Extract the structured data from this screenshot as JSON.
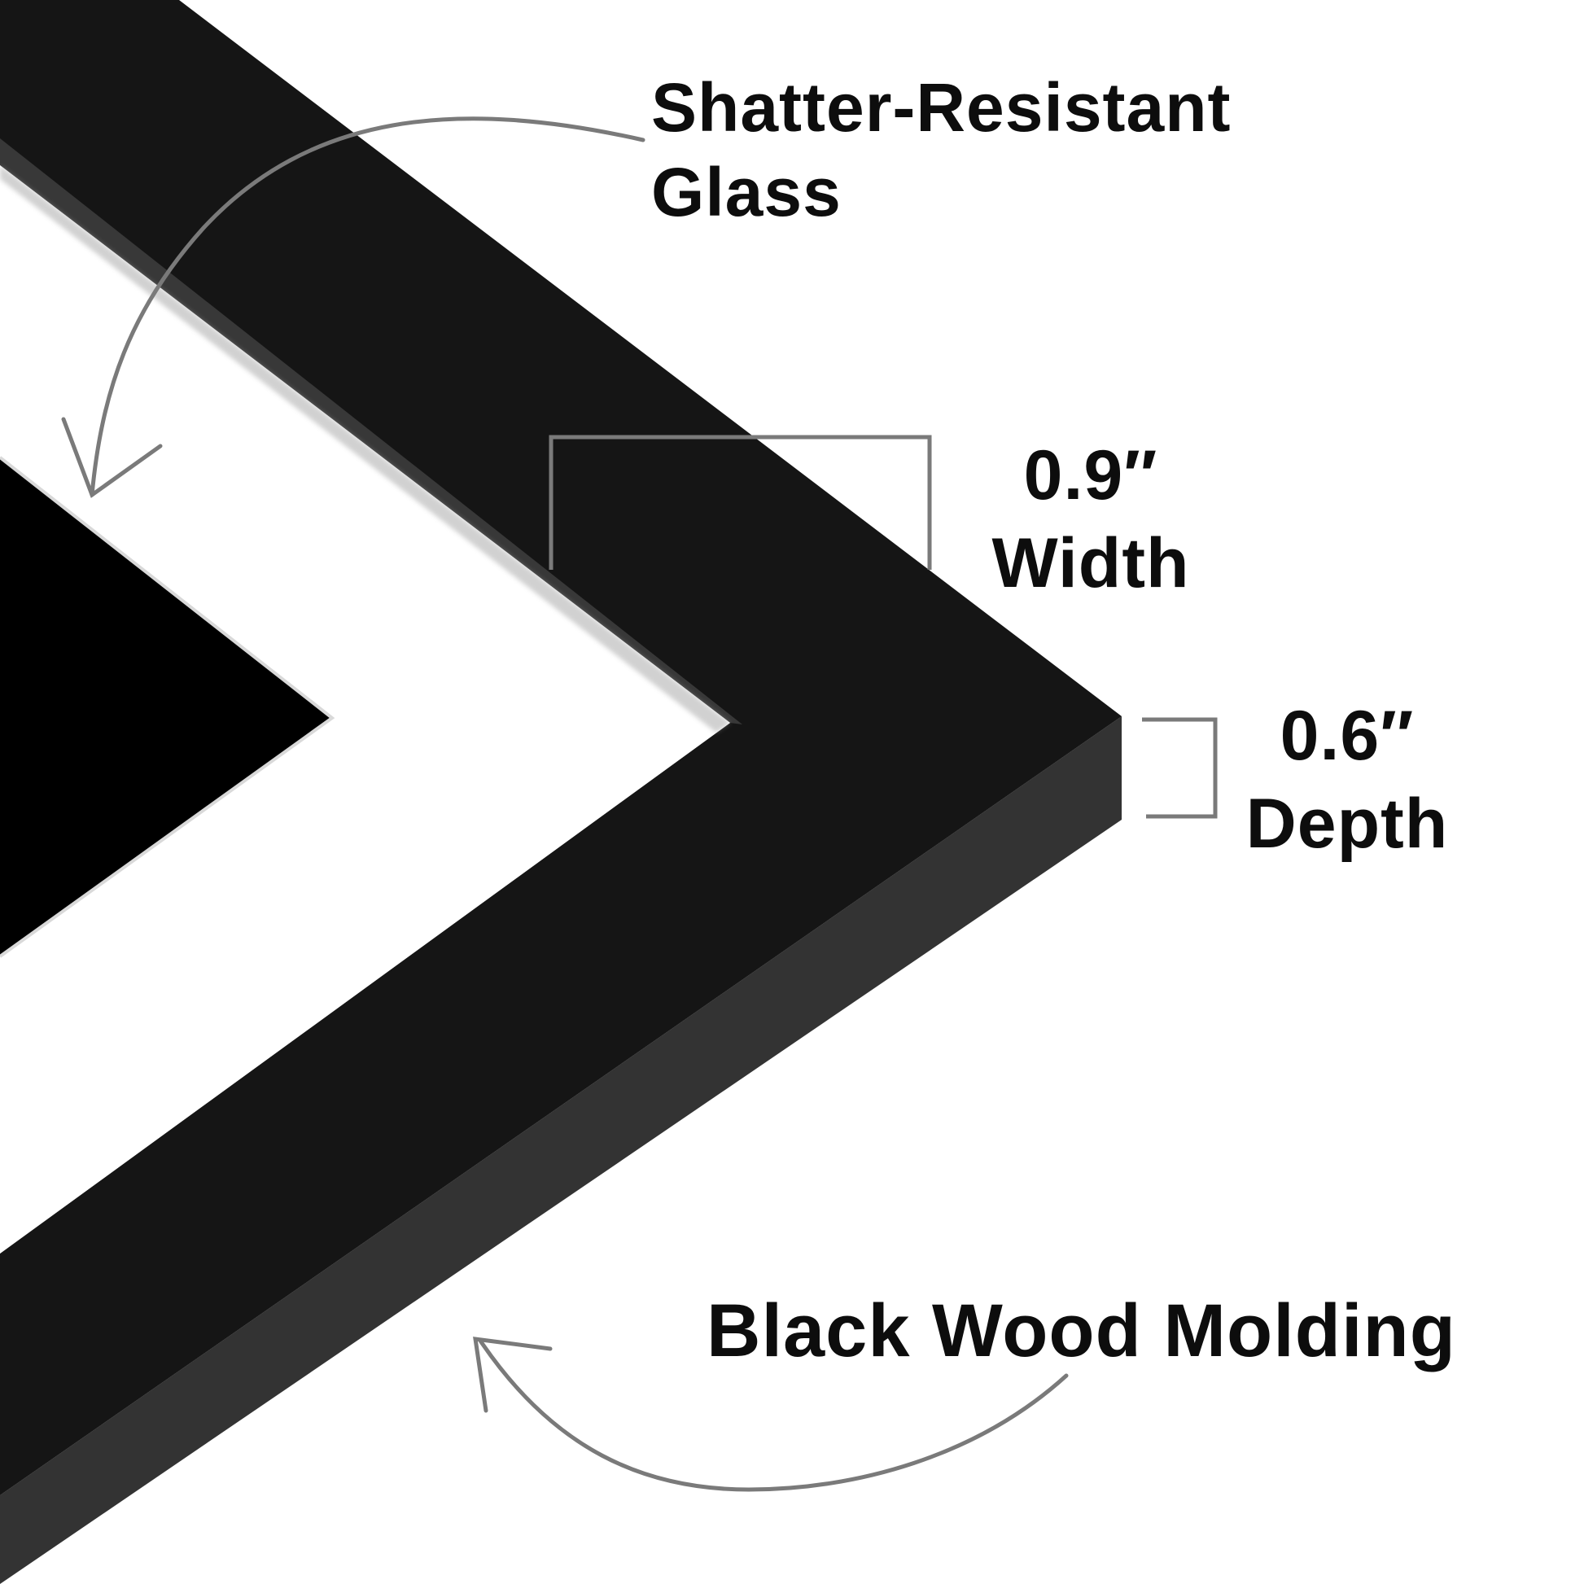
{
  "callouts": {
    "glass": {
      "line1": "Shatter-Resistant",
      "line2": "Glass"
    },
    "width": {
      "value": "0.9″",
      "label": "Width"
    },
    "depth": {
      "value": "0.6″",
      "label": "Depth"
    },
    "molding": {
      "label": "Black Wood Molding"
    }
  },
  "colors": {
    "frame_face": "#151515",
    "frame_side": "#333333",
    "mat": "#ffffff",
    "artwork": "#000000",
    "callout_stroke": "#7a7a7a",
    "text": "#0d0d0d"
  },
  "icons": {
    "glass_arrow": "curved-arrow-icon",
    "molding_arrow": "curved-arrow-icon",
    "width_bracket": "bracket-icon",
    "depth_bracket": "bracket-icon"
  }
}
